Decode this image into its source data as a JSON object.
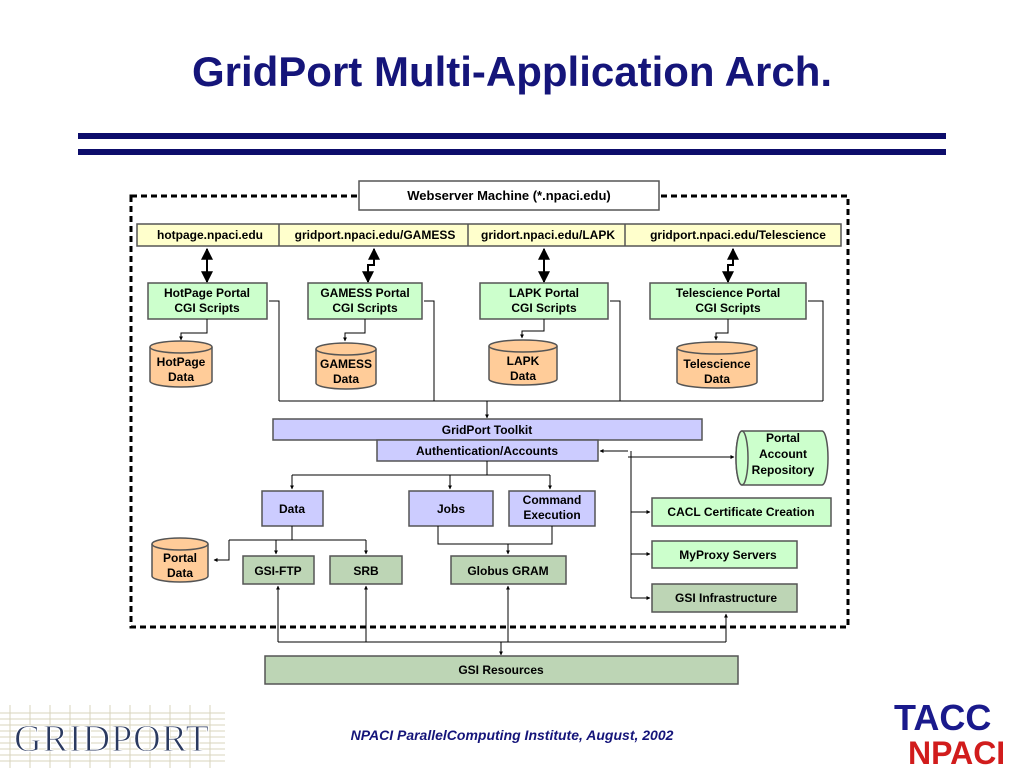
{
  "slide": {
    "title": "GridPort Multi-Application Arch.",
    "footer": "NPACI ParallelComputing Institute, August, 2002"
  },
  "logos": {
    "gridport": "GRIDPORT",
    "tacc": "TACC",
    "npaci": "NPACI"
  },
  "diagram": {
    "webserver": "Webserver  Machine (*.npaci.edu)",
    "urls": [
      "hotpage.npaci.edu",
      "gridport.npaci.edu/GAMESS",
      "gridort.npaci.edu/LAPK",
      "gridport.npaci.edu/Telescience"
    ],
    "portals": [
      {
        "line1": "HotPage Portal",
        "line2": "CGI Scripts"
      },
      {
        "line1": "GAMESS Portal",
        "line2": "CGI Scripts"
      },
      {
        "line1": "LAPK Portal",
        "line2": "CGI Scripts"
      },
      {
        "line1": "Telescience Portal",
        "line2": "CGI Scripts"
      }
    ],
    "data_stores": [
      {
        "line1": "HotPage",
        "line2": "Data"
      },
      {
        "line1": "GAMESS",
        "line2": "Data"
      },
      {
        "line1": "LAPK",
        "line2": "Data"
      },
      {
        "line1": "Telescience",
        "line2": "Data"
      }
    ],
    "toolkit": "GridPort Toolkit",
    "auth": "Authentication/Accounts",
    "account_repo": {
      "line1": "Portal",
      "line2": "Account",
      "line3": "Repository"
    },
    "data": "Data",
    "jobs": "Jobs",
    "command": {
      "line1": "Command",
      "line2": "Execution"
    },
    "portal_data": {
      "line1": "Portal",
      "line2": "Data"
    },
    "gsiftp": "GSI-FTP",
    "srb": "SRB",
    "gram": "Globus GRAM",
    "cacl": "CACL Certificate Creation",
    "myproxy": "MyProxy Servers",
    "gsi_infra": "GSI Infrastructure",
    "gsi_resources": "GSI Resources"
  },
  "colors": {
    "title": "#15157a",
    "rule": "#0d0d6b",
    "url_bar": "#ffffcc",
    "portal_box": "#ccffcc",
    "data_cylinder": "#ffcc99",
    "toolkit_box": "#ccccff",
    "gsi_box": "#bdd5b5",
    "tacc_blue": "#1a1a8c",
    "tacc_red": "#d11c1c"
  }
}
